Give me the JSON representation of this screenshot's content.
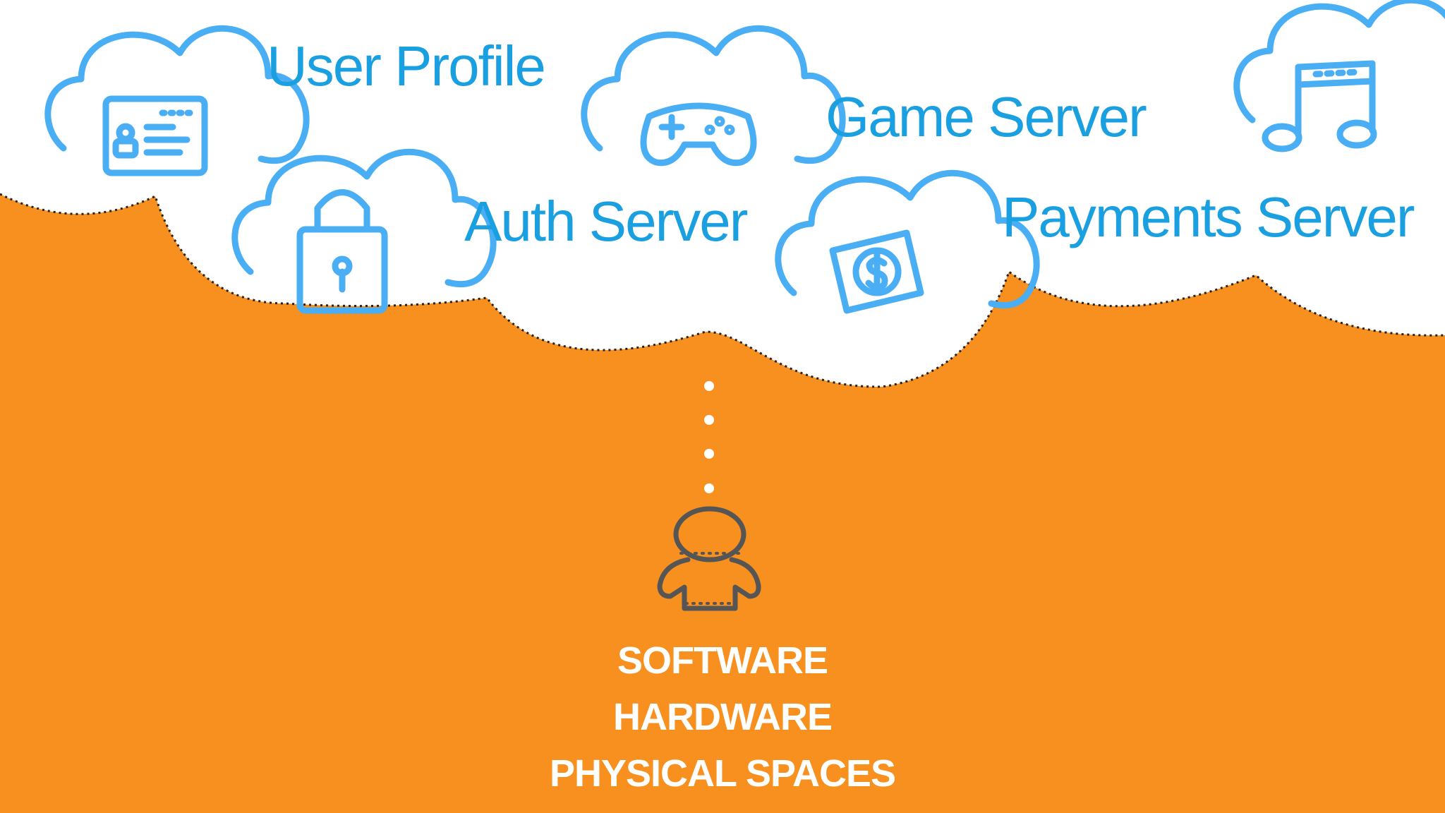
{
  "colors": {
    "background": "#ffffff",
    "ground": "#f7901e",
    "cloud_stroke": "#4aaef5",
    "label": "#1a9fe0",
    "person_stroke": "#555555",
    "bottom_text": "#ffffff"
  },
  "clouds": [
    {
      "label": "User Profile",
      "icon": "id-card-icon"
    },
    {
      "label": "Game Server",
      "icon": "game-controller-icon"
    },
    {
      "label": "Auth Server",
      "icon": "padlock-icon"
    },
    {
      "label": "Payments Server",
      "icon": "dollar-bill-icon"
    },
    {
      "label": "",
      "icon": "music-note-icon"
    }
  ],
  "person": {
    "icon": "person-icon"
  },
  "layers": [
    "SOFTWARE",
    "HARDWARE",
    "PHYSICAL SPACES"
  ]
}
